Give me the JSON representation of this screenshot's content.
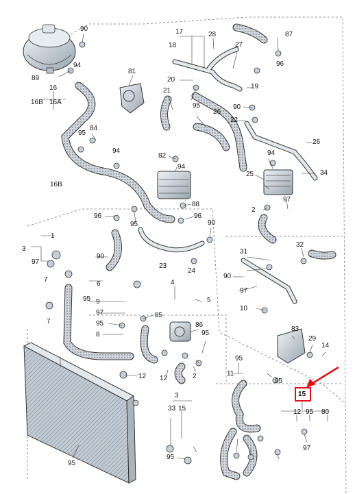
{
  "diagram": {
    "callouts": [
      "90",
      "89",
      "94",
      "87",
      "96",
      "17",
      "28",
      "18",
      "27",
      "81",
      "20",
      "19",
      "16",
      "16B",
      "16A",
      "21",
      "95",
      "95",
      "84",
      "90",
      "26",
      "22",
      "26",
      "94",
      "94",
      "82",
      "94",
      "25",
      "34",
      "16B",
      "88",
      "97",
      "96",
      "95",
      "96",
      "90",
      "2",
      "1",
      "3",
      "97",
      "7",
      "90",
      "7",
      "31",
      "32",
      "23",
      "24",
      "90",
      "97",
      "10",
      "6",
      "4",
      "95",
      "9",
      "97",
      "5",
      "95",
      "8",
      "85",
      "86",
      "95",
      "83",
      "29",
      "14",
      "12",
      "95",
      "11",
      "95",
      "12",
      "2",
      "3",
      "15",
      "33",
      "95",
      "12",
      "95",
      "80",
      "97",
      "95",
      "95"
    ],
    "highlight_label": "15",
    "accent_color": "#e0101a"
  }
}
